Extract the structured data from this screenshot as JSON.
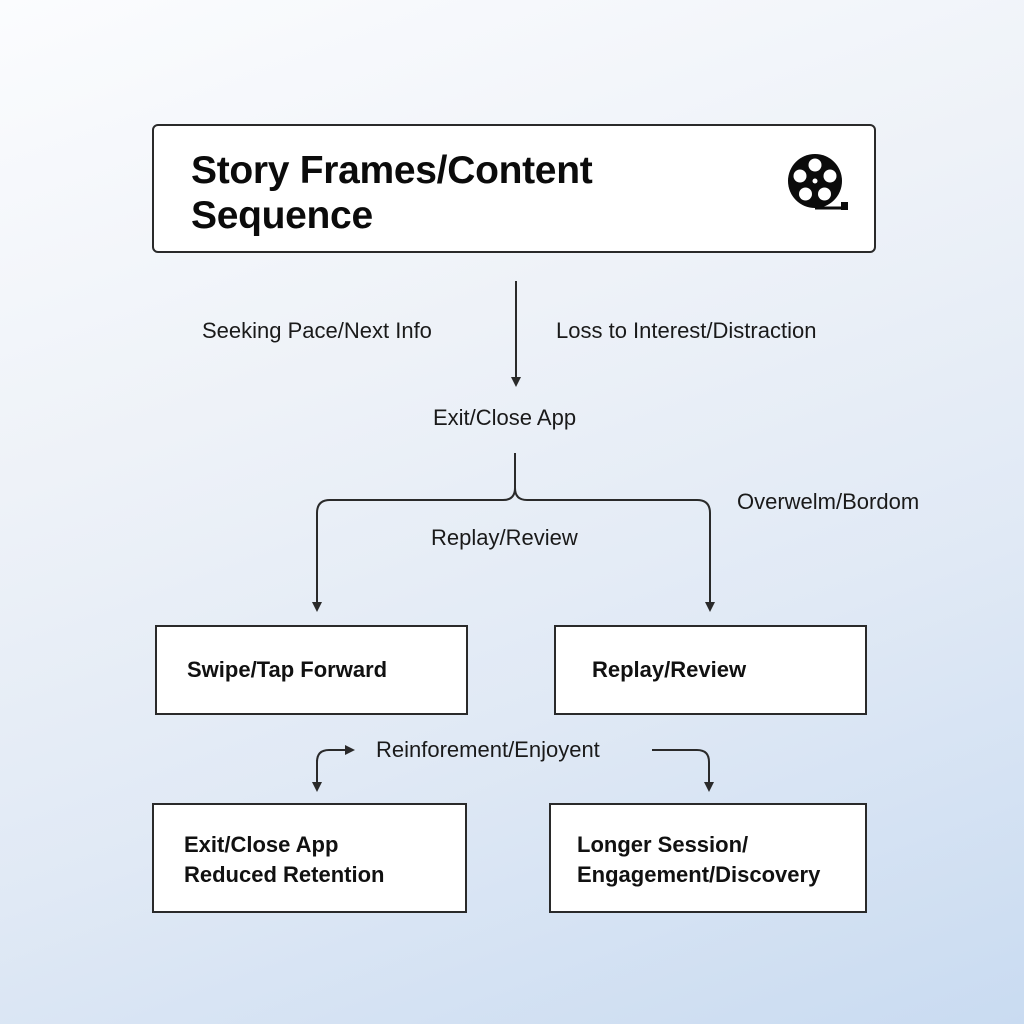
{
  "header": {
    "title_line1": "Story Frames/Content",
    "title_line2": "Sequence",
    "icon": "film-reel-icon"
  },
  "edge_labels": {
    "seeking": "Seeking Pace/Next Info",
    "loss": "Loss to Interest/Distraction",
    "exit_mid": "Exit/Close App",
    "replay_mid": "Replay/Review",
    "overwhelm": "Overwelm/Bordom",
    "reinforcement": "Reinforement/Enjoyent"
  },
  "nodes": {
    "swipe": {
      "label": "Swipe/Tap Forward"
    },
    "replay": {
      "label": "Replay/Review"
    },
    "exit": {
      "line1": "Exit/Close App",
      "line2": "Reduced Retention"
    },
    "longer": {
      "line1": "Longer Session/",
      "line2": "Engagement/Discovery"
    }
  },
  "colors": {
    "stroke": "#2a2a2a",
    "box_fill": "#ffffff",
    "text": "#111111"
  }
}
